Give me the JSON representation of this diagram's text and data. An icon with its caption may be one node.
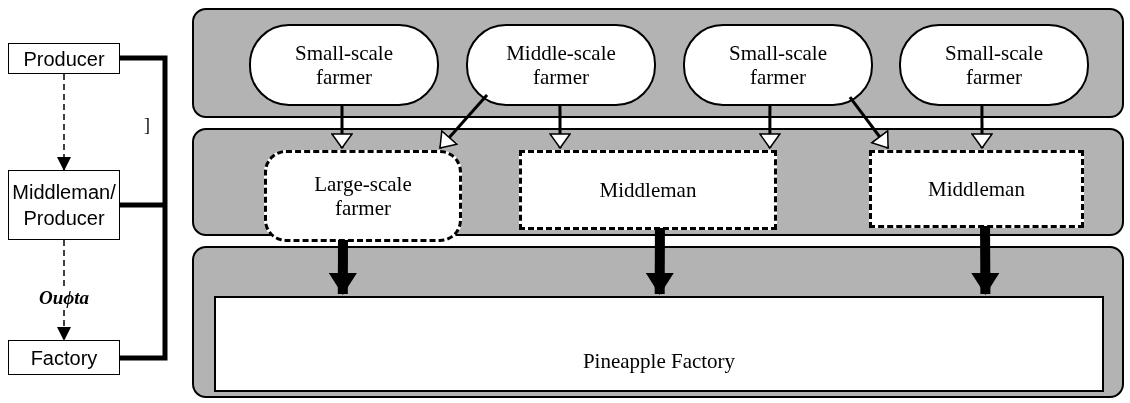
{
  "diagram": {
    "nodes": [
      {
        "text": [
          "Producer"
        ]
      },
      {
        "text": [
          "Middleman/ Producer"
        ]
      },
      {
        "text": [
          "Factory"
        ]
      },
      {
        "text": [],
        "shape": "box"
      },
      {
        "text": [
          "Small-scale farmer"
        ],
        "in": 3
      },
      {
        "text": [
          "Middle-scale farmer"
        ],
        "in": 3
      },
      {
        "text": [
          "Small-scale farmer"
        ],
        "in": 3
      },
      {
        "text": [
          "Small-scale farmer"
        ],
        "in": 3
      },
      {
        "text": [],
        "shape": "box"
      },
      {
        "text": [
          "Large-scale farmer"
        ],
        "in": 8
      },
      {
        "text": [
          "Middleman"
        ],
        "in": 8
      },
      {
        "text": [
          "Middleman"
        ],
        "in": 8
      },
      {
        "text": [],
        "shape": "box"
      },
      {
        "text": [
          "Pineapple Factory"
        ],
        "in": 12
      }
    ],
    "edges": [
      {
        "from": 4,
        "to": 9,
        "arrow": "to"
      },
      {
        "from": 5,
        "to": 9,
        "arrow": "to"
      },
      {
        "from": 5,
        "to": 10,
        "arrow": "to"
      },
      {
        "from": 6,
        "to": 10,
        "arrow": "to"
      },
      {
        "from": 6,
        "to": 11,
        "arrow": "to"
      },
      {
        "from": 7,
        "to": 11,
        "arrow": "to"
      },
      {
        "from": 9,
        "to": 13,
        "arrow": "to",
        "style": "thick"
      },
      {
        "from": 10,
        "to": 13,
        "arrow": "to",
        "style": "thick"
      },
      {
        "from": 11,
        "to": 13,
        "arrow": "to",
        "style": "thick"
      },
      {
        "from": 0,
        "to": 1,
        "arrow": "to",
        "style": "dashed"
      },
      {
        "from": 1,
        "to": 2,
        "arrow": "to",
        "style": "dashed",
        "label": "Ouϕta"
      }
    ],
    "labels": [
      "]"
    ]
  }
}
